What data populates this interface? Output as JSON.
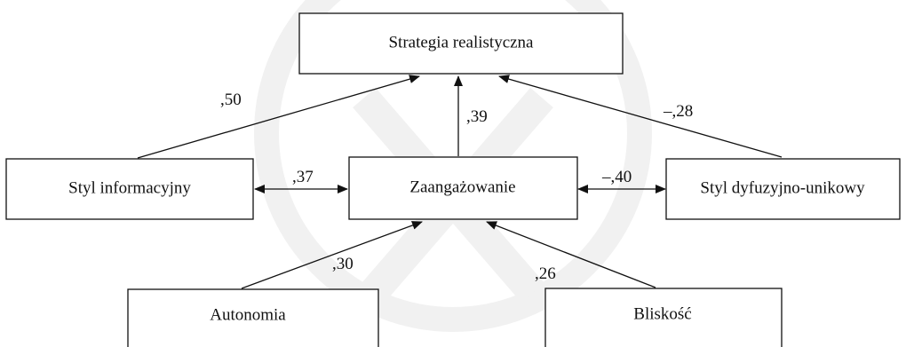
{
  "nodes": {
    "strategia": "Strategia realistyczna",
    "informacyjny": "Styl informacyjny",
    "zaangazowanie": "Zaangażowanie",
    "dyfuzyjny": "Styl dyfuzyjno-unikowy",
    "autonomia": "Autonomia",
    "bliskosc": "Bliskość"
  },
  "edges": {
    "informacyjny_strategia": ",50",
    "zaangazowanie_strategia": ",39",
    "dyfuzyjny_strategia": "–,28",
    "informacyjny_zaangazowanie": ",37",
    "zaangazowanie_dyfuzyjny": "–,40",
    "autonomia_zaangazowanie": ",30",
    "bliskosc_zaangazowanie": ",26"
  }
}
